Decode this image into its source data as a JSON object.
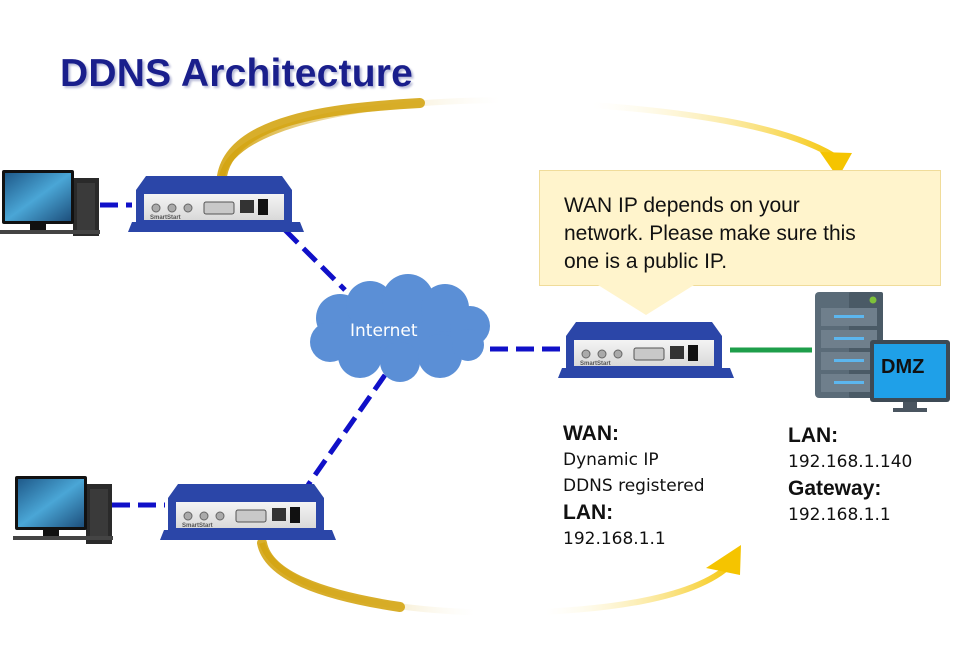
{
  "title": "DDNS Architecture",
  "callout": {
    "lines": [
      "WAN IP depends on your",
      "network. Please make sure this",
      "one is a public IP."
    ]
  },
  "cloud": {
    "label": "Internet"
  },
  "router": {
    "brand": "SmartStart"
  },
  "dmz": {
    "label": "DMZ"
  },
  "router_info": {
    "wan_heading": "WAN:",
    "wan_lines": [
      "Dynamic IP",
      "DDNS registered"
    ],
    "lan_heading": "LAN:",
    "lan_value": "192.168.1.1"
  },
  "server_info": {
    "lan_heading": "LAN:",
    "lan_value": "192.168.1.140",
    "gateway_heading": "Gateway:",
    "gateway_value": "192.168.1.1"
  },
  "colors": {
    "title": "#1a1f8c",
    "link_dashed": "#1010c8",
    "link_lan": "#1e9e4a",
    "arrow": "#e8b800",
    "cloud": "#5b8fd6",
    "callout_bg": "#fff4cc",
    "router_body": "#2b46a8"
  }
}
